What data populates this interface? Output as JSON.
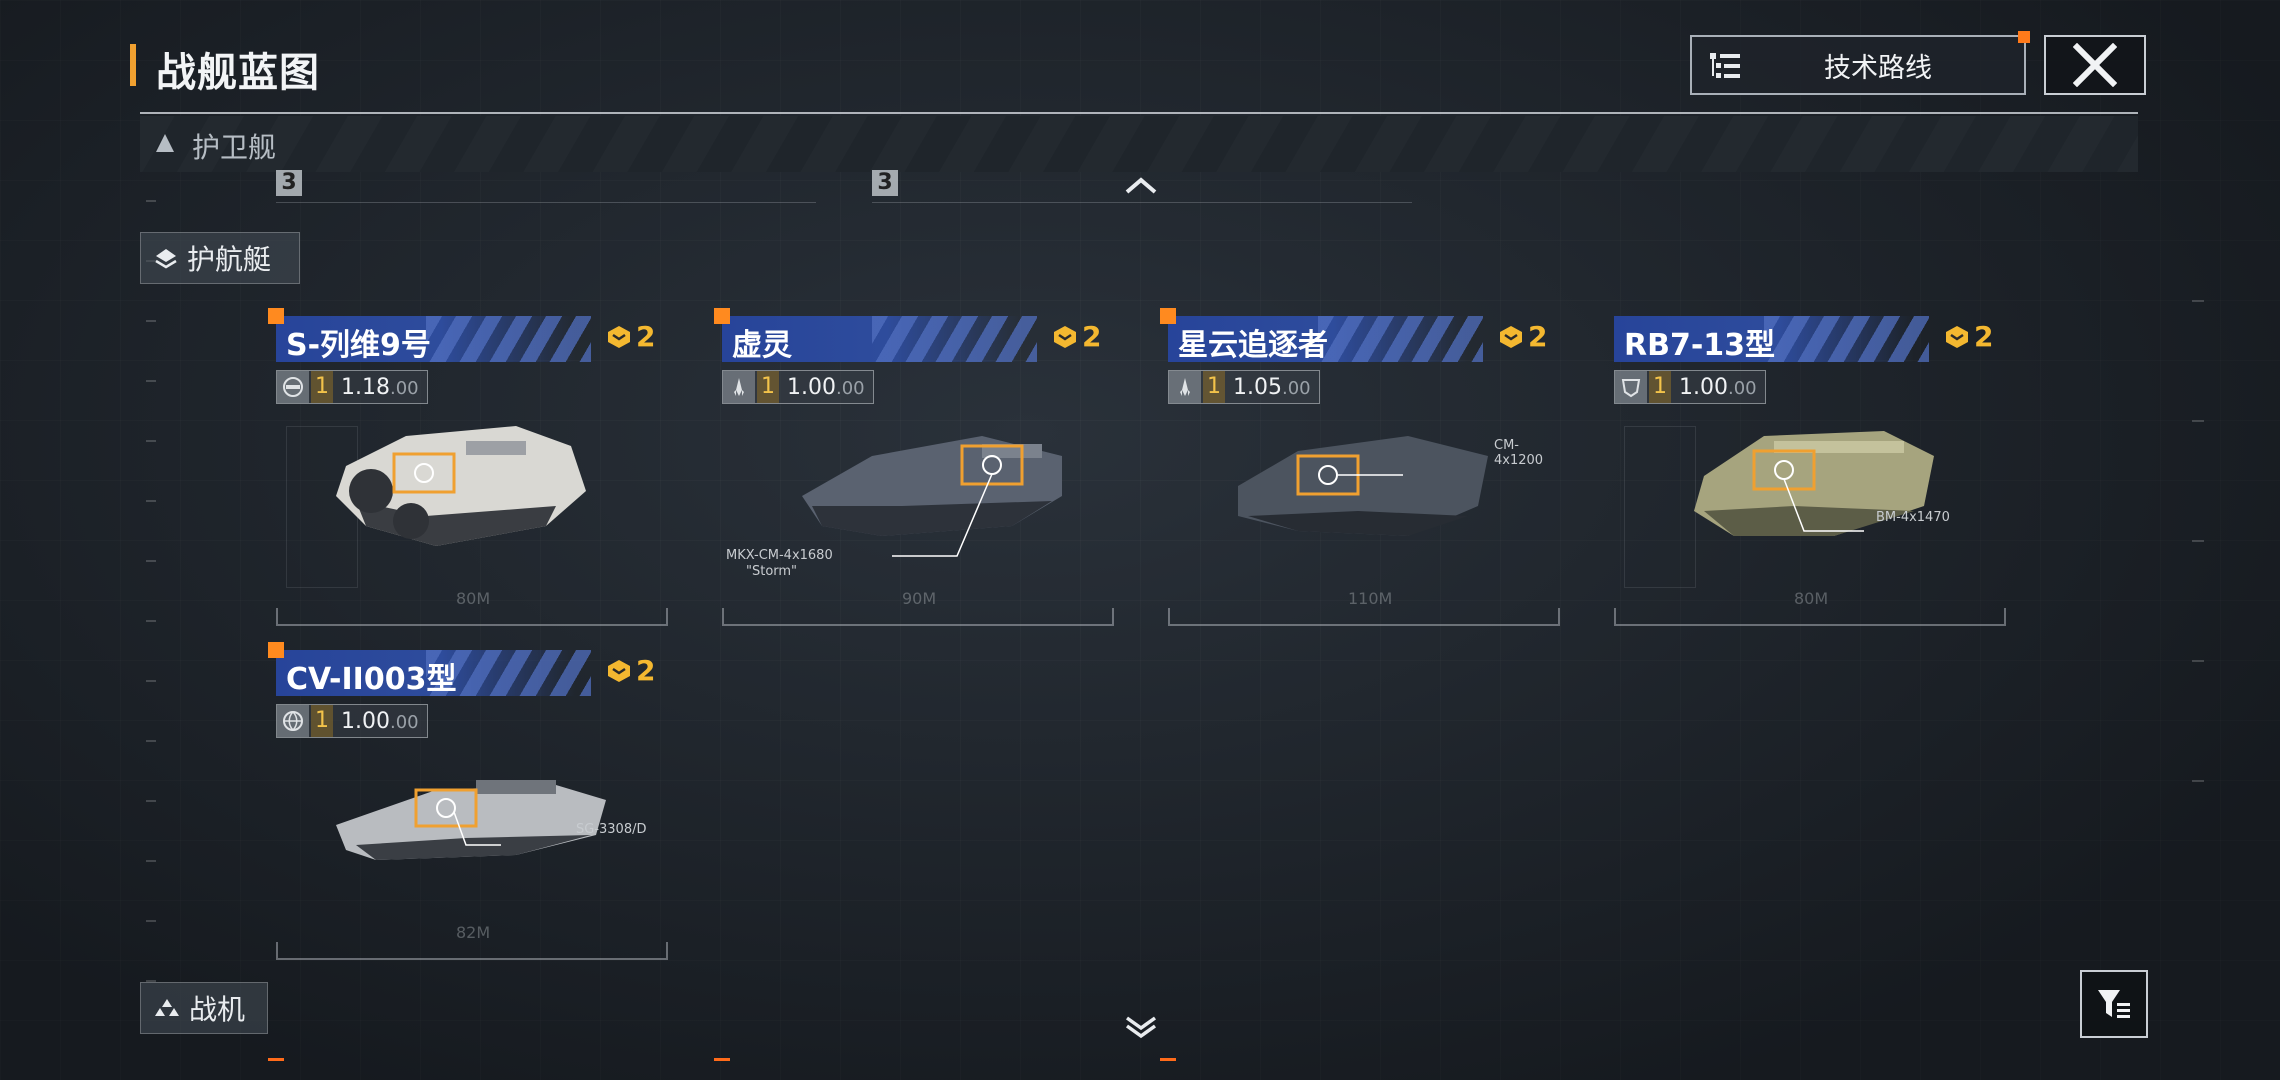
{
  "header": {
    "title": "战舰蓝图",
    "tech_tree_label": "技术路线",
    "tech_tree_icon": "tree-list-icon",
    "close_icon": "close-icon"
  },
  "section": {
    "label": "护卫舰",
    "icon": "triangle-up-icon"
  },
  "subcategories": [
    {
      "label": "护航艇",
      "icon": "layers-icon"
    },
    {
      "label": "战机",
      "icon": "fighter-group-icon"
    }
  ],
  "ships": [
    {
      "name": "S-列维9号",
      "rank": "2",
      "level": "1",
      "mult_main": "1.18",
      "mult_dec": ".00",
      "faction_icon": "helmet-faction-icon",
      "hull_color": "#d9d8d3",
      "length": "80M"
    },
    {
      "name": "虚灵",
      "rank": "2",
      "level": "1",
      "mult_main": "1.00",
      "mult_dec": ".00",
      "faction_icon": "rocket-faction-icon",
      "hull_color": "#5a6270",
      "length": "90M"
    },
    {
      "name": "星云追逐者",
      "rank": "2",
      "level": "1",
      "mult_main": "1.05",
      "mult_dec": ".00",
      "faction_icon": "rocket-faction-icon",
      "hull_color": "#4c545f",
      "length": "110M"
    },
    {
      "name": "RB7-13型",
      "rank": "2",
      "level": "1",
      "mult_main": "1.00",
      "mult_dec": ".00",
      "faction_icon": "shield-faction-icon",
      "hull_color": "#a6a47e",
      "length": "80M"
    },
    {
      "name": "CV-II003型",
      "rank": "2",
      "level": "1",
      "mult_main": "1.00",
      "mult_dec": ".00",
      "faction_icon": "globe-faction-icon",
      "hull_color": "#b9bcc0",
      "length": "82M"
    }
  ],
  "weapon_labels": [
    "MKX-CM-4x1680",
    "\"Storm\"",
    "CM-4x1200",
    "BM-4x1470",
    "SG-3308/D"
  ],
  "rulers": [
    "3",
    "3"
  ],
  "colors": {
    "accent": "#f0a030",
    "name_bar": "#2e4c9c",
    "rank": "#f4b830",
    "new_dot": "#ff8a1f"
  },
  "filter_icon": "filter-icon"
}
